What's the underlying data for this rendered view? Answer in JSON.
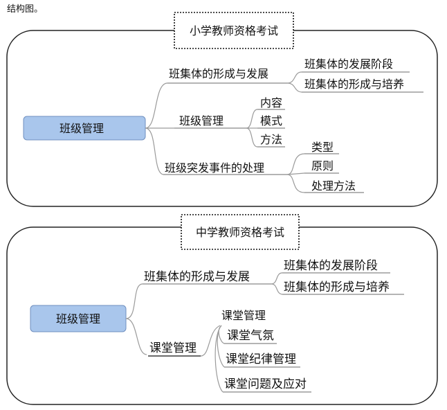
{
  "caption": "结构图。",
  "panel1": {
    "title": "小学教师资格考试",
    "root": "班级管理",
    "b1": "班集体的形成与发展",
    "b1_children": [
      "班集体的发展阶段",
      "班集体的形成与培养"
    ],
    "b2": "班级管理",
    "b2_children": [
      "内容",
      "模式",
      "方法"
    ],
    "b3": "班级突发事件的处理",
    "b3_children": [
      "类型",
      "原则",
      "处理方法"
    ]
  },
  "panel2": {
    "title": "中学教师资格考试",
    "root": "班级管理",
    "b1": "班集体的形成与发展",
    "b1_children": [
      "班集体的发展阶段",
      "班集体的形成与培养"
    ],
    "b2": "课堂管理",
    "b2_header": "课堂管理",
    "b2_children": [
      "课堂气氛",
      "课堂纪律管理",
      "课堂问题及应对"
    ]
  }
}
